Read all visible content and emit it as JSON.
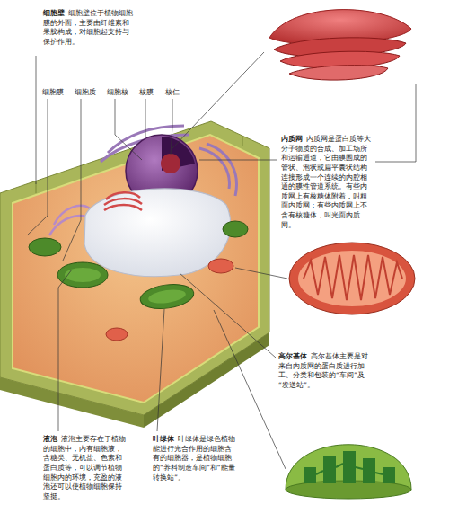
{
  "diagram": {
    "labels": [
      "细胞壁",
      "细胞壁位于植物细胞膜的外面，主要由纤维素和果胶构成，对细胞起支持与保护作用。",
      "细胞膜",
      "细胞质",
      "细胞核",
      "核膜",
      "核仁",
      "内质网",
      "内质网是蛋白质等大分子物质的合成、加工场所和运输通道，它由膜围成的管状、泡状或扁平囊状结构连接形成一个连续的内腔相通的膜性管道系统。有些内质网上有核糖体附着，叫粗面内质网；有些内质网上不含有核糖体，叫光面内质网。",
      "高尔基体",
      "高尔基体主要是对来自内质网的蛋白质进行加工、分类和包装的“车间”及“发送站”。",
      "液泡",
      "液泡主要存在于植物的细胞中，内有细胞液，含糖类、无机盐、色素和蛋白质等，可以调节植物细胞内的环境，充盈的液泡还可以使植物细胞保持坚挺。",
      "叶绿体",
      "叶绿体是绿色植物能进行光合作用的细胞含有的细胞器，是植物细胞的“养料制造车间”和“能量转换站”。"
    ]
  }
}
